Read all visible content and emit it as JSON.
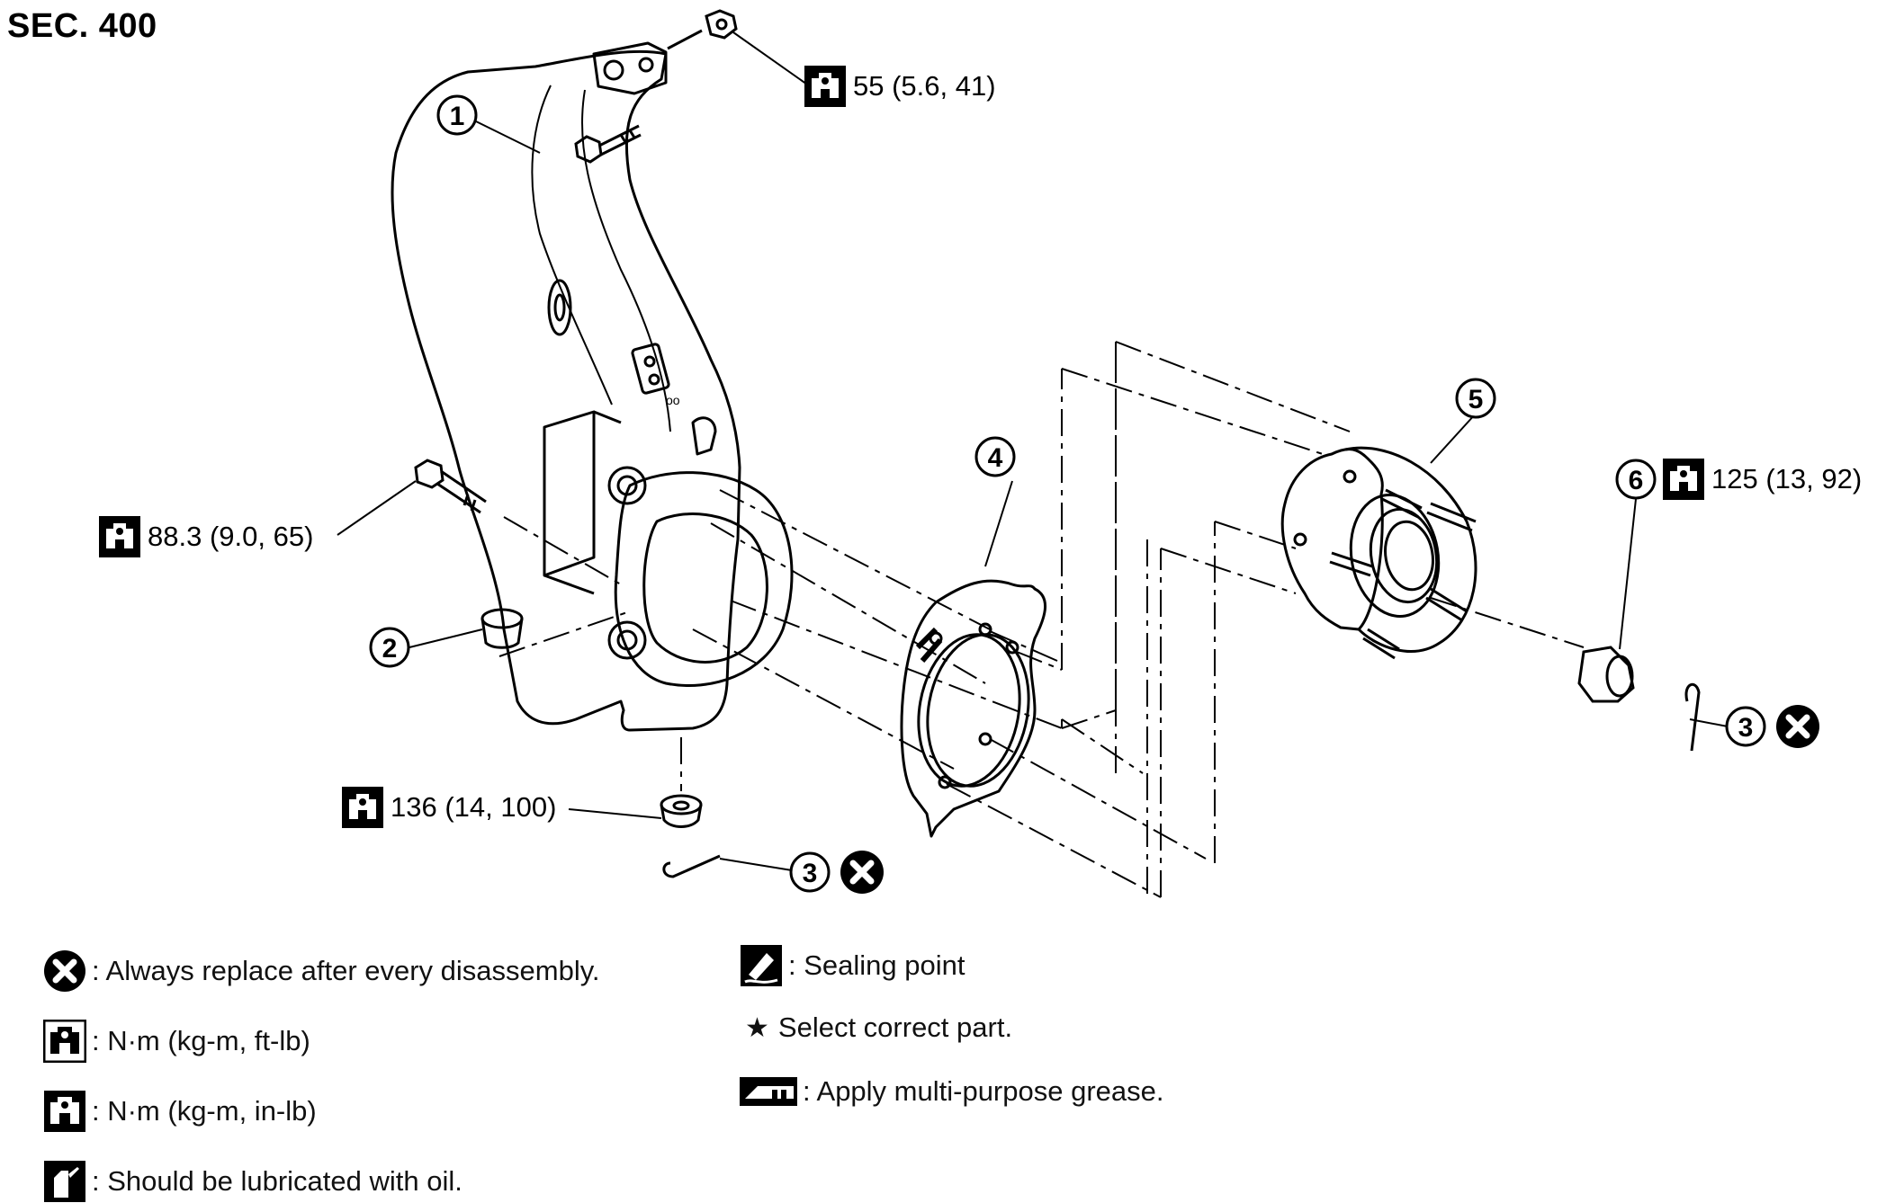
{
  "section": "SEC. 400",
  "parts": {
    "p1": "1",
    "p2": "2",
    "p3a": "3",
    "p3b": "3",
    "p4": "4",
    "p5": "5",
    "p6": "6"
  },
  "torques": {
    "t_top": "55 (5.6, 41)",
    "t_bolt": "88.3 (9.0, 65)",
    "t_bottom": "136 (14, 100)",
    "t_nut": "125 (13, 92)"
  },
  "legend": {
    "replace": ": Always replace after every disassembly.",
    "ftlb": ": N·m (kg-m, ft-lb)",
    "inlb": ": N·m (kg-m, in-lb)",
    "oil": ": Should be lubricated with oil.",
    "sealing": ": Sealing point",
    "select": "Select correct part.",
    "grease": ": Apply multi-purpose grease."
  },
  "icons": {
    "replace": "x-circle-icon",
    "torque": "wrench-socket-icon",
    "oil": "oil-can-icon",
    "sealing": "sealant-icon",
    "star": "star-icon",
    "grease": "grease-gun-icon"
  }
}
